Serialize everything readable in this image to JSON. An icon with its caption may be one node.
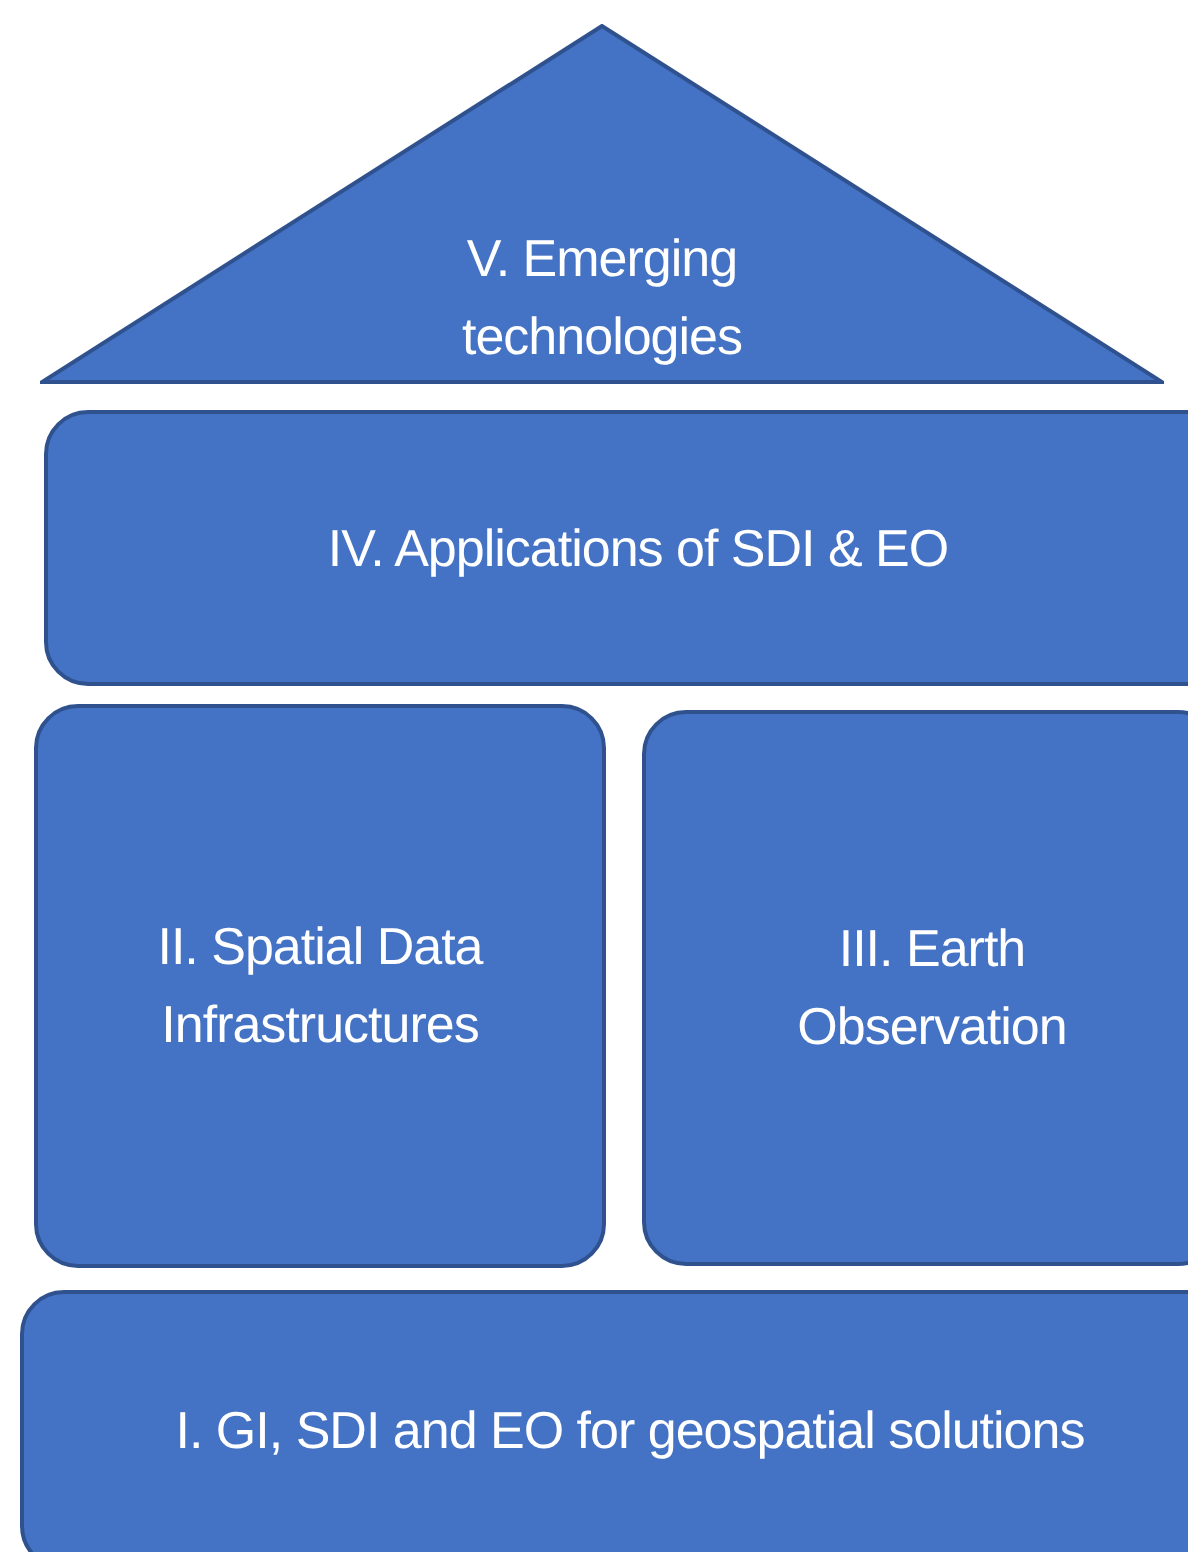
{
  "diagram": {
    "nodes": [
      {
        "text": [
          "V. Emerging technologies"
        ]
      },
      {
        "text": [
          "IV. Applications of SDI & EO"
        ]
      },
      {
        "text": [
          "II. Spatial Data Infrastructures"
        ]
      },
      {
        "text": [
          "III. Earth Observation"
        ]
      },
      {
        "text": [
          "I. GI, SDI and EO for geospatial solutions"
        ]
      }
    ]
  }
}
